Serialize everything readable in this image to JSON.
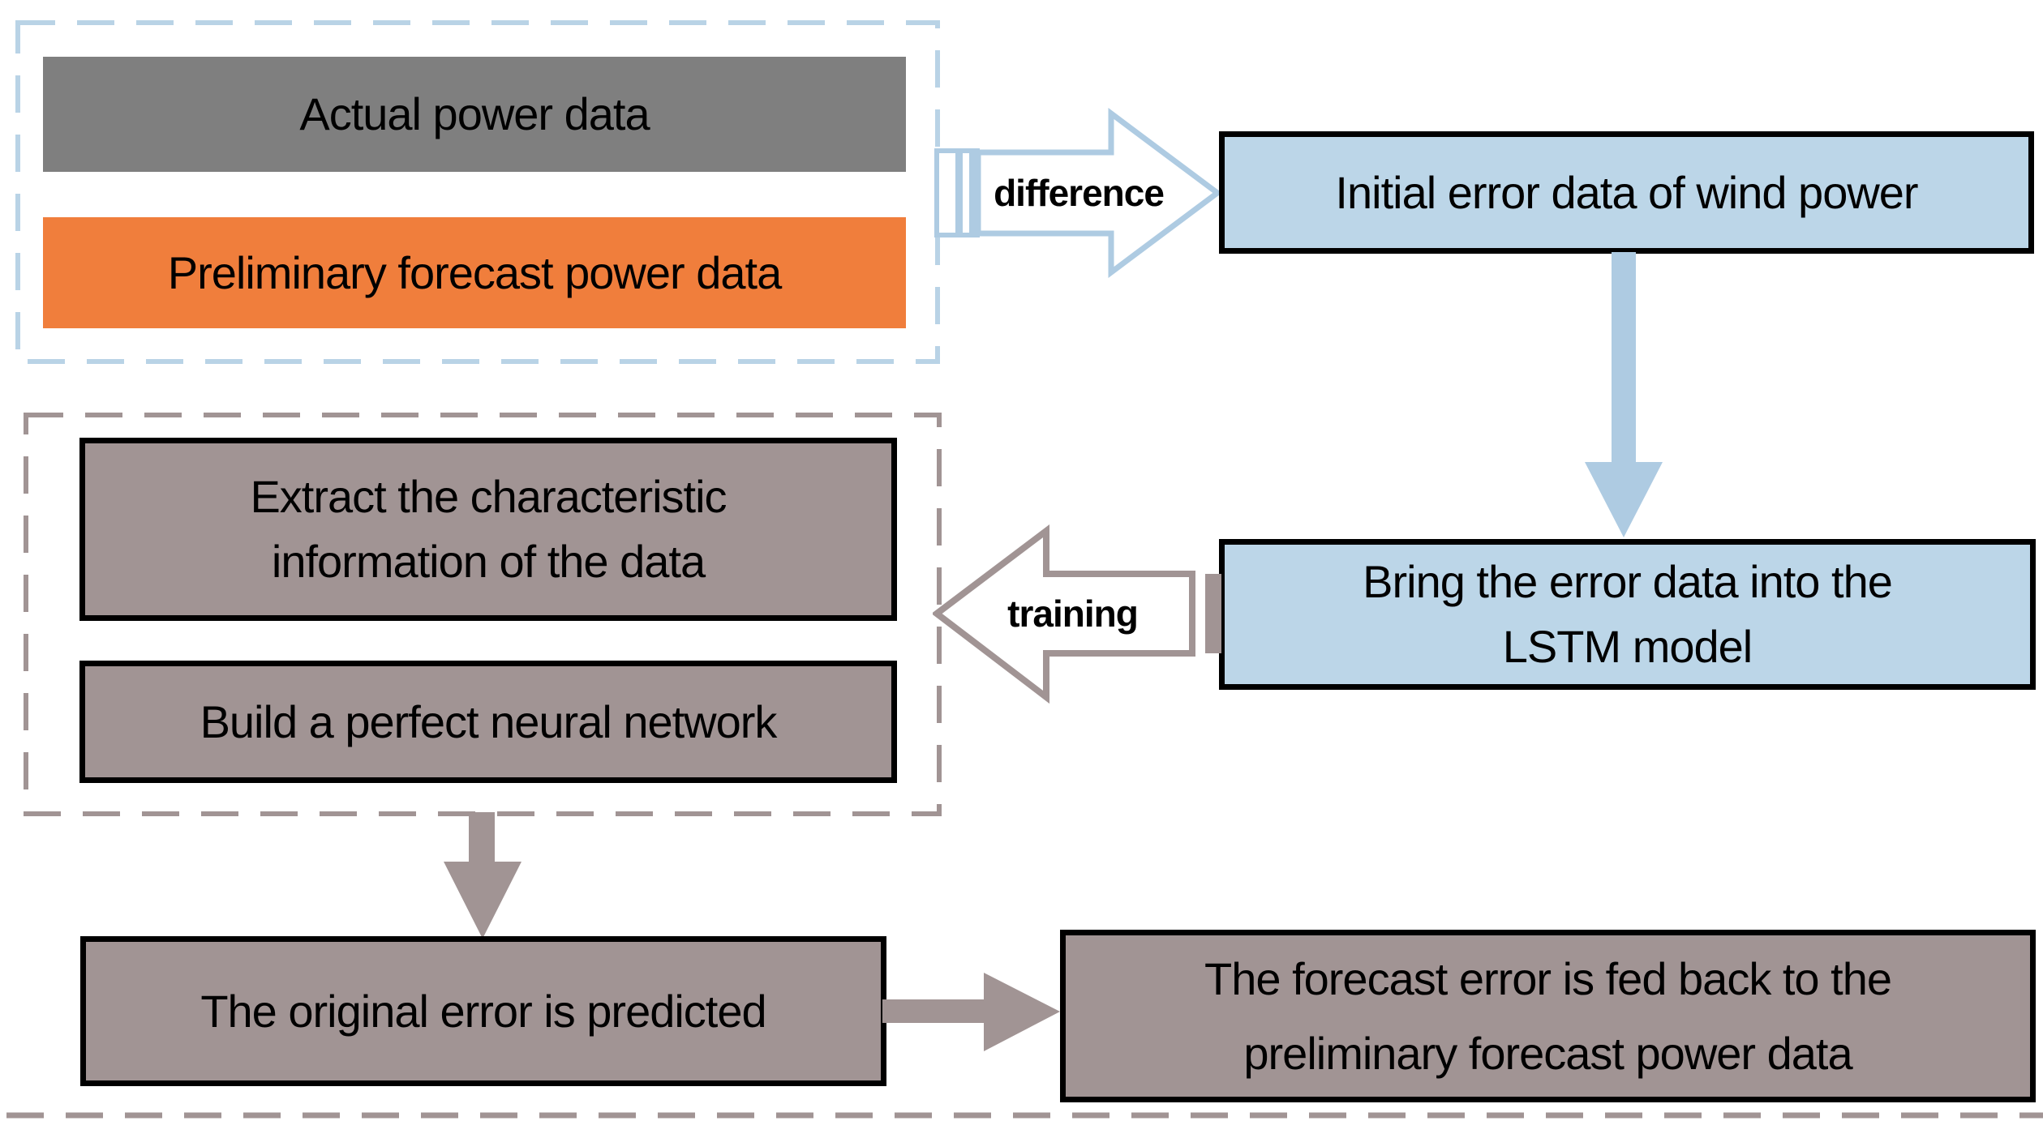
{
  "figure": {
    "type": "flowchart",
    "colors": {
      "light_blue_fill": "#BCD6E8",
      "blue_arrow": "#AECBE2",
      "blue_dashed_border": "#B9D3E6",
      "gray_fill": "#7F7F7F",
      "orange_fill": "#F07E3C",
      "taupe_fill": "#A19494",
      "black_border": "#000000"
    },
    "input_group": {
      "actual_power": "Actual power data",
      "preliminary_forecast": "Preliminary forecast power data"
    },
    "edge_labels": {
      "difference": "difference",
      "training": "training"
    },
    "nodes": {
      "initial_error": "Initial error data of wind power",
      "bring_lstm": {
        "lines": [
          "Bring the error data into the",
          "LSTM model"
        ]
      },
      "extract": {
        "lines": [
          "Extract the characteristic",
          "information of the data"
        ]
      },
      "build_network": "Build a perfect neural network",
      "original_error": "The original error is predicted",
      "feedback": {
        "lines": [
          "The forecast error is fed back to the",
          "preliminary forecast power data"
        ]
      }
    }
  }
}
